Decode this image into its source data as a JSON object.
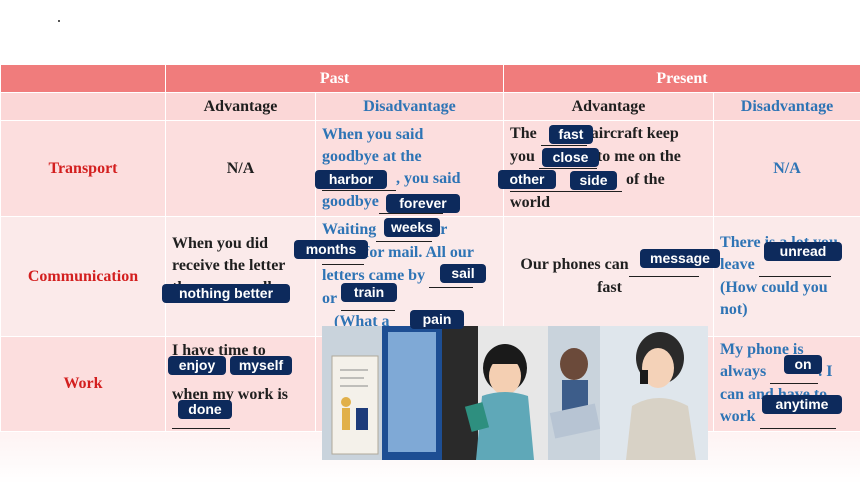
{
  "header": {
    "past": "Past",
    "present": "Present",
    "adv1": "Advantage",
    "dis1": "Disadvantage",
    "adv2": "Advantage",
    "dis2": "Disadvantage"
  },
  "rows": {
    "transport": {
      "label": "Transport",
      "past_adv": "N/A",
      "past_dis_1": "When you said",
      "past_dis_2": "goodbye at the",
      "past_dis_3": ", you said",
      "past_dis_4": "goodbye",
      "present_adv_1": "The",
      "present_adv_2": "aircraft keep",
      "present_adv_3": "you",
      "present_adv_4": "to me on the",
      "present_adv_5": "of the",
      "present_adv_6": "world",
      "present_dis": "N/A"
    },
    "communication": {
      "label": "Communication",
      "past_adv_1": "When you did",
      "past_adv_2": "receive the letter",
      "past_adv_3": "there was really",
      "past_dis_1": "Waiting",
      "past_dis_1b": "or",
      "past_dis_2": "for mail. All our",
      "past_dis_3": "letters came by",
      "past_dis_4": "or",
      "past_dis_5": "(What a",
      "past_dis_5b": "!)",
      "present_adv_1": "Our phones can",
      "present_adv_2": "fast",
      "present_dis_1": "There is a lot you",
      "present_dis_2": "leave",
      "present_dis_3": "(How could you",
      "present_dis_4": "not)"
    },
    "work": {
      "label": "Work",
      "past_adv_1": "I have time to",
      "past_adv_2": "when my work is",
      "present_dis_1": "My phone is",
      "present_dis_2": "always",
      "present_dis_2b": ". I",
      "present_dis_3": "can and have to",
      "present_dis_4": "work"
    }
  },
  "answers": {
    "fast": "fast",
    "close": "close",
    "other": "other",
    "side": "side",
    "harbor": "harbor",
    "forever": "forever",
    "weeks": "weeks",
    "months": "months",
    "sail": "sail",
    "train": "train",
    "pain": "pain",
    "nothing_better": "nothing better",
    "message": "message",
    "unread": "unread",
    "on": "on",
    "anytime": "anytime",
    "enjoy": "enjoy",
    "myself": "myself",
    "done": "done"
  },
  "colors": {
    "header_bg": "#f07c7c",
    "subheader_bg": "#fbd7d7",
    "row_bg": "#fcdede",
    "row_label": "#d31f1f",
    "disadvantage_text": "#2e74b5",
    "answer_tag": "#0d2a5c"
  },
  "illustration": "two-girls-with-phones-illustration"
}
